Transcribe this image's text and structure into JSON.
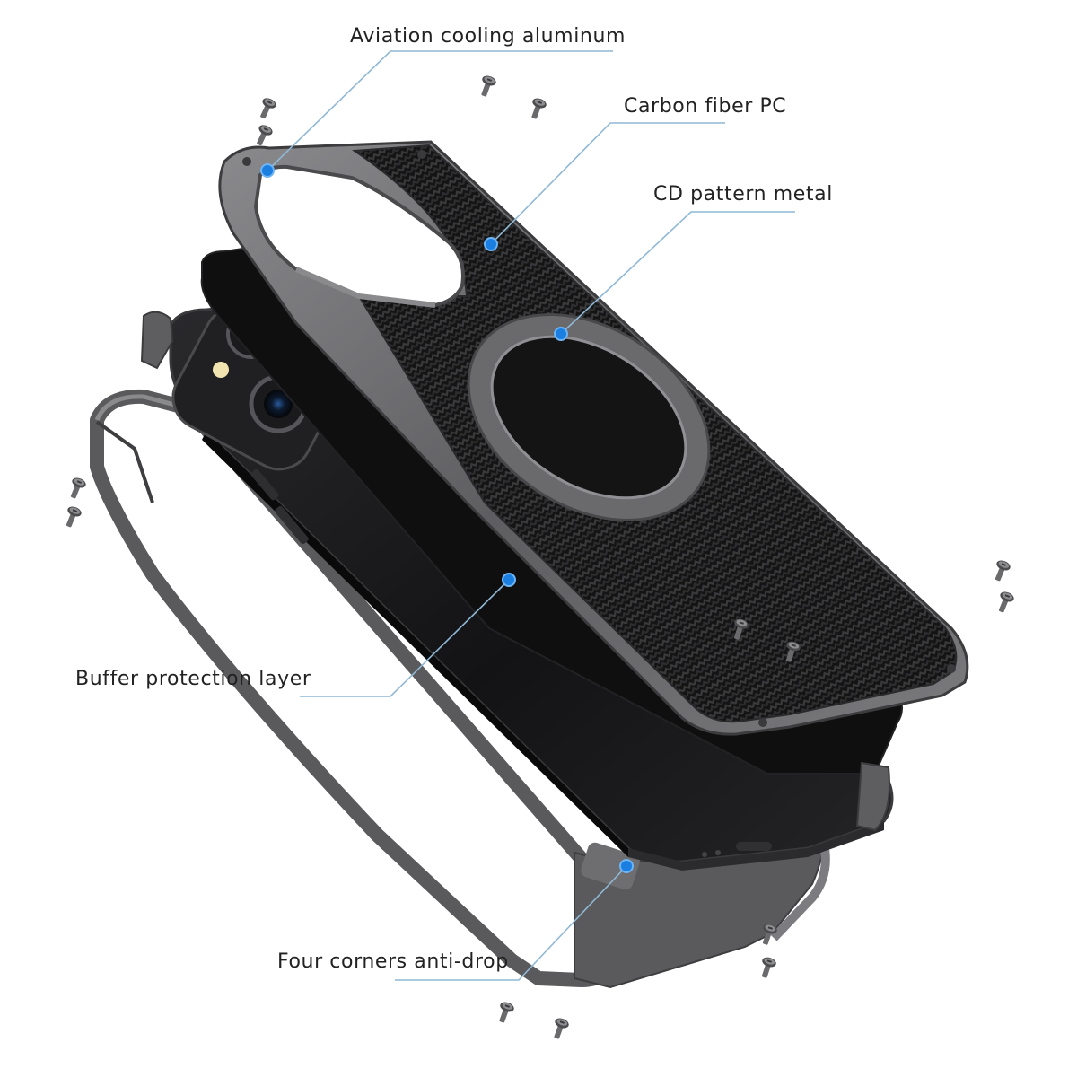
{
  "callouts": {
    "aviation": "Aviation cooling aluminum",
    "carbon": "Carbon fiber PC",
    "cd": "CD pattern metal",
    "buffer": "Buffer protection layer",
    "corners": "Four corners anti-drop"
  },
  "colors": {
    "background": "#ffffff",
    "leader_line": "#8fb8d6",
    "marker_dot": "#1a7fe0",
    "frame_metal": "#6b6b6d",
    "frame_shadow": "#4a4a4c",
    "carbon_dark": "#161616",
    "phone_body": "#1b1b1d",
    "buffer_layer": "#0d0d0e",
    "label_text": "#222222"
  }
}
